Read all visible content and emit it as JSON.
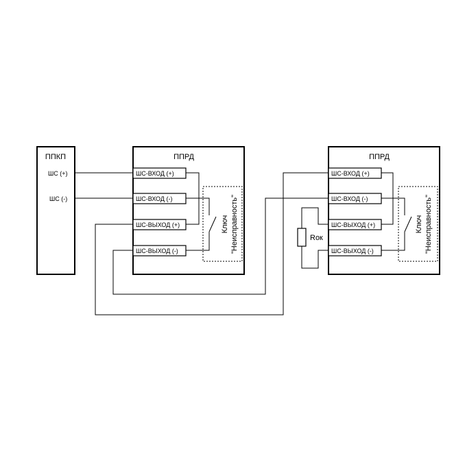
{
  "diagram": {
    "panel": {
      "title": "ППКП",
      "plus": "ШС (+)",
      "minus": "ШС (-)"
    },
    "device1": {
      "title": "ППРД",
      "in_plus": "ШС-ВХОД (+)",
      "in_minus": "ШС-ВХОД (-)",
      "out_plus": "ШС-ВЫХОД (+)",
      "out_minus": "ШС-ВЫХОД (-)",
      "key_line1": "Ключ",
      "key_line2": "\"Неисправность\""
    },
    "device2": {
      "title": "ППРД",
      "in_plus": "ШС-ВХОД (+)",
      "in_minus": "ШС-ВХОД (-)",
      "out_plus": "ШС-ВЫХОД (+)",
      "out_minus": "ШС-ВЫХОД (-)",
      "key_line1": "Ключ",
      "key_line2": "\"Неисправность\""
    },
    "resistor_label": "Rок"
  }
}
